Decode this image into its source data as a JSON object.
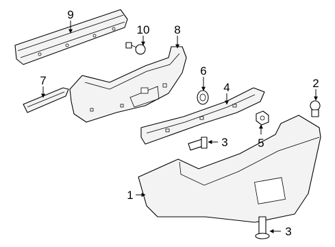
{
  "callouts": [
    {
      "id": "1",
      "text": "1"
    },
    {
      "id": "2",
      "text": "2"
    },
    {
      "id": "3a",
      "text": "3"
    },
    {
      "id": "3b",
      "text": "3"
    },
    {
      "id": "4",
      "text": "4"
    },
    {
      "id": "5",
      "text": "5"
    },
    {
      "id": "6",
      "text": "6"
    },
    {
      "id": "7",
      "text": "7"
    },
    {
      "id": "8",
      "text": "8"
    },
    {
      "id": "9",
      "text": "9"
    },
    {
      "id": "10",
      "text": "10"
    }
  ]
}
